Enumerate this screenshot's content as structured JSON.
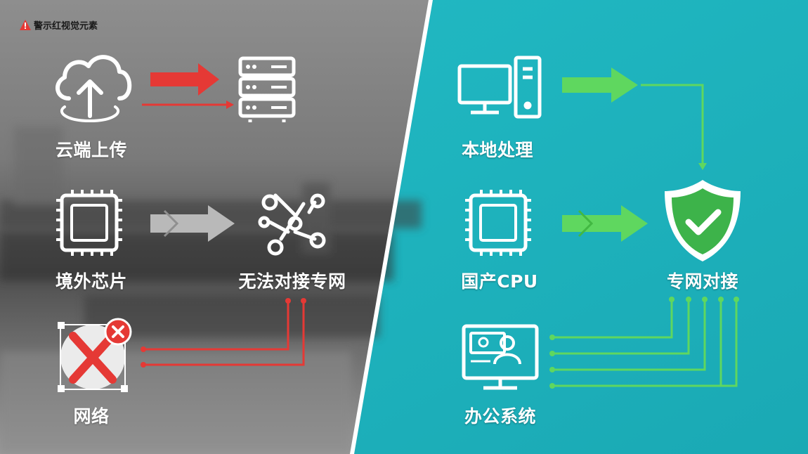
{
  "warning": {
    "text": "警示红视觉元素",
    "icon": "warning-triangle-icon"
  },
  "left_panel": {
    "theme": "grayscale",
    "rows": [
      {
        "source_label": "云端上传",
        "source_icon": "cloud-upload-icon",
        "target_icon": "server-rack-icon",
        "arrow_color": "#e53935"
      },
      {
        "source_label": "境外芯片",
        "source_icon": "chip-icon",
        "target_icon": "broken-network-icon",
        "target_label": "无法对接专网",
        "arrow_color": "#b8b8b8"
      },
      {
        "source_label": "网络",
        "source_icon": "network-error-icon",
        "status_icon": "close-badge-icon",
        "connector_color": "#e53935"
      }
    ]
  },
  "right_panel": {
    "theme": "teal",
    "rows": [
      {
        "source_label": "本地处理",
        "source_icon": "desktop-computer-icon",
        "arrow_color": "#5fd75f"
      },
      {
        "source_label": "国产CPU",
        "source_icon": "chip-icon",
        "target_icon": "shield-check-icon",
        "target_label": "专网对接",
        "arrow_color": "#5fd75f"
      },
      {
        "source_label": "办公系统",
        "source_icon": "office-monitor-icon",
        "connector_color": "#5fd75f"
      }
    ]
  },
  "colors": {
    "danger": "#e53935",
    "success": "#5fd75f",
    "teal": "#1fb6c0",
    "shield": "#3db34a"
  }
}
